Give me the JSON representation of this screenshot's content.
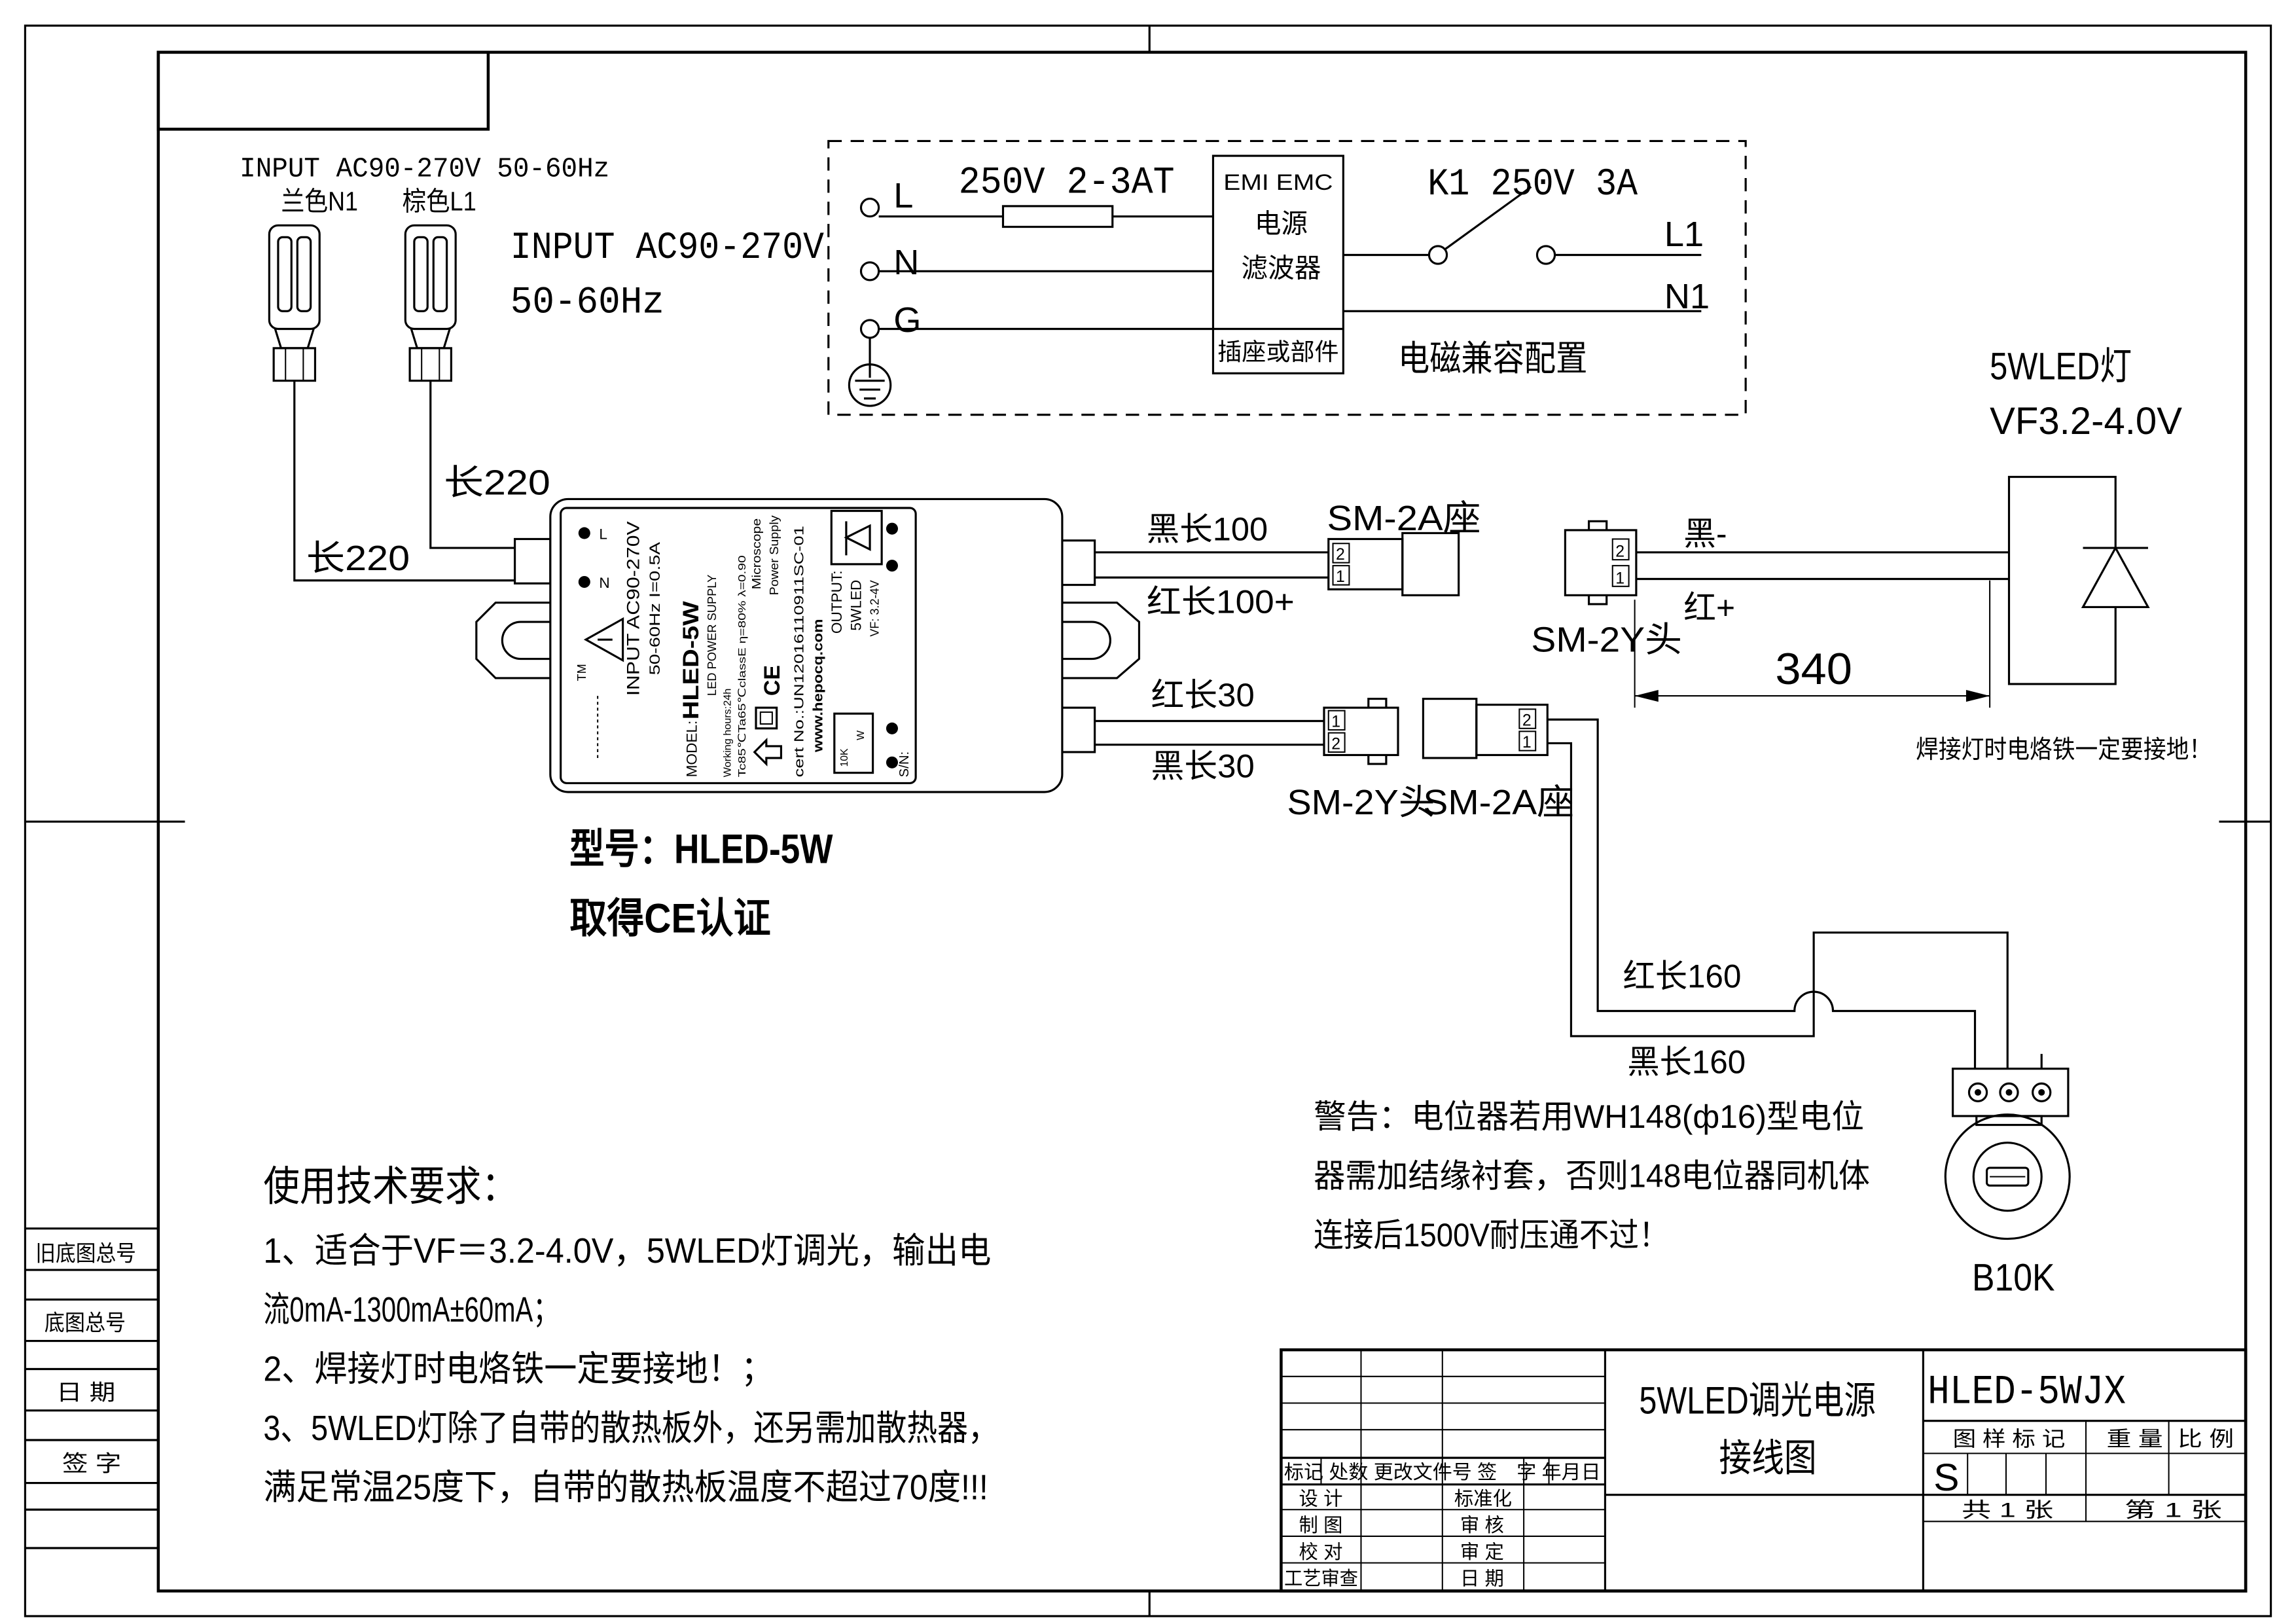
{
  "drawing": {
    "input_plugs": {
      "title": "INPUT AC90-270V 50-60Hz",
      "blue_label": "兰色N1",
      "brown_label": "棕色L1",
      "wire_length_upper": "长220",
      "wire_length_lower": "长220"
    },
    "input_spec": {
      "line1": "INPUT AC90-270V",
      "line2": "50-60Hz"
    },
    "emc": {
      "L": "L",
      "N": "N",
      "G": "G",
      "fuse": "250V 2-3AT",
      "filter_top": "EMI EMC",
      "filter_mid1": "电源",
      "filter_mid2": "滤波器",
      "filter_bottom": "插座或部件",
      "switch": "K1 250V 3A",
      "L1": "L1",
      "N1": "N1",
      "caption": "电磁兼容配置"
    },
    "psu": {
      "tm": "TM",
      "input": "INPUT AC90-270V",
      "input2": "50-60Hz I=0.5A",
      "model_prefix": "MODEL:",
      "model": "HLED-5W",
      "type": "LED POWER SUPPLY",
      "hours": "Working hours:24h",
      "spec": "Tc85℃Ta65℃classE η=80% λ=0.90",
      "brand1": "Microscope",
      "brand2": "Power Supply",
      "ce": "CE",
      "cert": "cert No.:UN12016110911SC-01",
      "web": "www.hepocq.com",
      "output": "OUTPUT:",
      "output_led": "5WLED",
      "output_vf": "VF: 3.2-4V",
      "sn": "S/N:",
      "term_L": "L",
      "term_N": "N",
      "pot_10k": "10K",
      "pot_w": "W"
    },
    "model": {
      "line1": "型号：HLED-5W",
      "line2": "取得CE认证"
    },
    "connectors": {
      "black_100": "黑长100",
      "red_100": "红长100+",
      "sm2a_upper": "SM-2A座",
      "red_30": "红长30",
      "black_30": "黑长30",
      "sm2y_lower": "SM-2Y头",
      "sm2a_lower": "SM-2A座",
      "sm2y_right": "SM-2Y头",
      "black_minus": "黑-",
      "red_plus": "红+",
      "pin2": "2",
      "pin1": "1"
    },
    "led": {
      "name": "5WLED灯",
      "vf": "VF3.2-4.0V"
    },
    "dimension": "340",
    "solder_note": "焊接灯时电烙铁一定要接地！",
    "potentiometer": {
      "wire_red": "红长160",
      "wire_black": "黑长160",
      "label": "B10K"
    },
    "warning": [
      "警告：电位器若用WH148(ф16)型电位",
      "器需加结缘衬套，否则148电位器同机体",
      "连接后1500V耐压通不过！"
    ],
    "requirements": {
      "title": "使用技术要求：",
      "lines": [
        "1、适合于VF＝3.2-4.0V，5WLED灯调光，输出电",
        "流0mA-1300mA±60mA；",
        "2、焊接灯时电烙铁一定要接地！；",
        "3、5WLED灯除了自带的散热板外，还另需加散热器，",
        "满足常温25度下，自带的散热板温度不超过70度!!!"
      ]
    }
  },
  "title_block": {
    "drawing_name1": "5WLED调光电源",
    "drawing_name2": "接线图",
    "drawing_no": "HLED-5WJX",
    "header": "标记 处数 更改文件号 签　字 年月日",
    "design": "设 计",
    "standard": "标准化",
    "draw": "制 图",
    "review": "审 核",
    "check": "校 对",
    "approve": "审 定",
    "process": "工艺审查",
    "date": "日 期",
    "mark_label": "图 样 标 记",
    "weight_label": "重 量",
    "scale_label": "比 例",
    "mark_value": "S",
    "total_sheets": "共 1 张",
    "sheet_no": "第 1 张"
  },
  "left_strip": {
    "old_no": "旧底图总号",
    "base_no": "底图总号",
    "date": "日 期",
    "sign": "签 字"
  }
}
